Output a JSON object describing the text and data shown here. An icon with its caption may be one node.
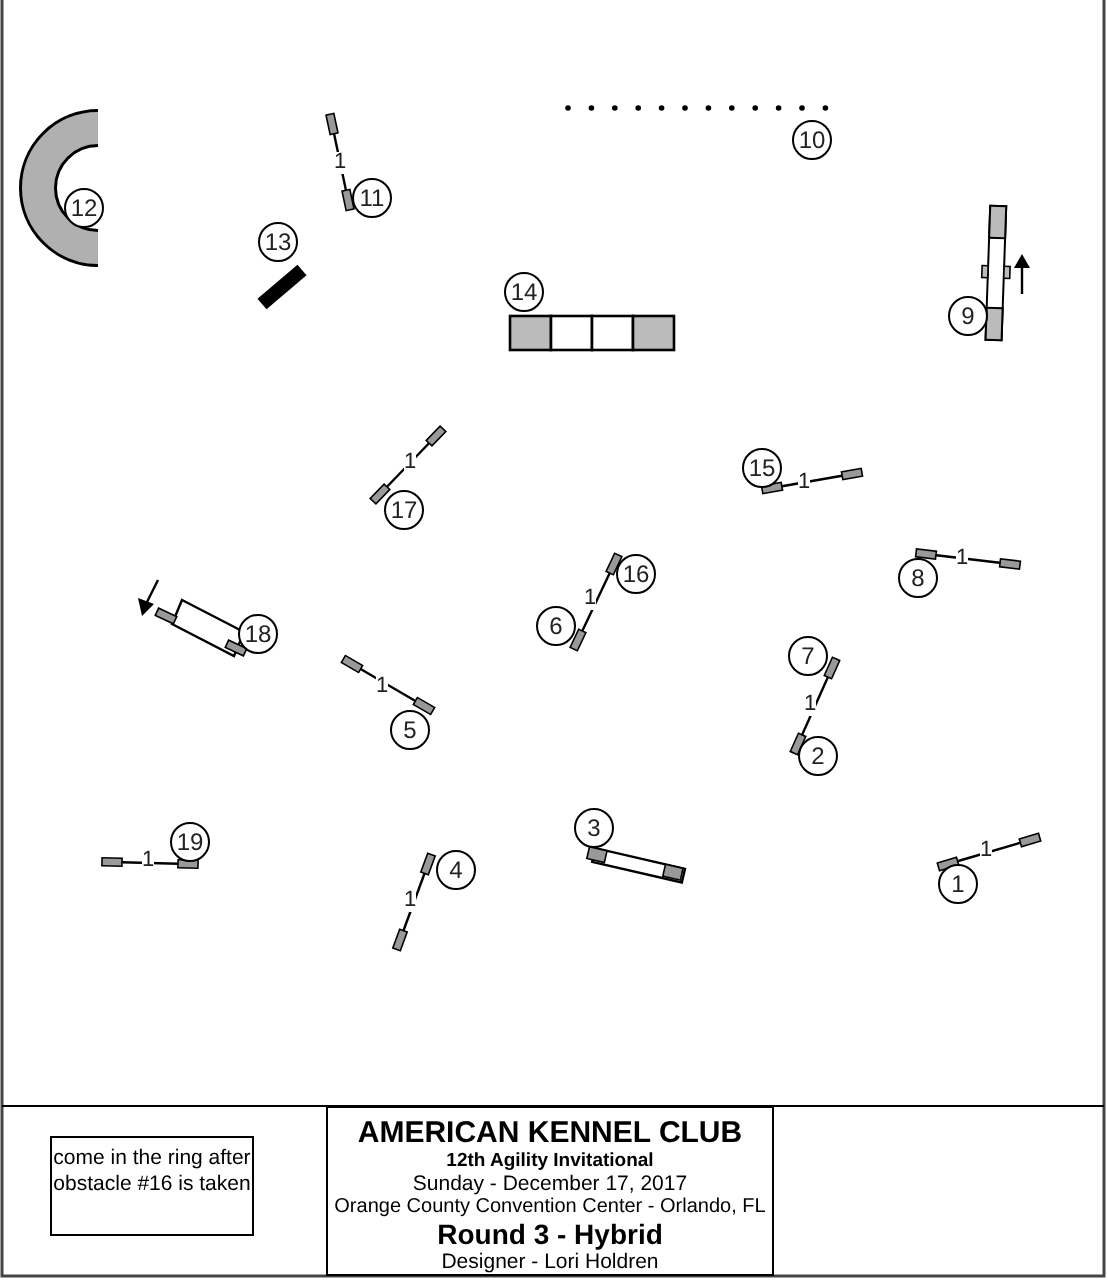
{
  "diagram": {
    "nodes": [
      {
        "text": [
          "10"
        ]
      },
      {
        "text": [
          "11"
        ]
      },
      {
        "text": [
          "12"
        ]
      },
      {
        "text": [
          "13"
        ]
      },
      {
        "text": [
          "14"
        ]
      },
      {
        "text": [
          "9"
        ]
      },
      {
        "text": [
          "15"
        ]
      },
      {
        "text": [
          "17"
        ]
      },
      {
        "text": [
          "16"
        ]
      },
      {
        "text": [
          "8"
        ]
      },
      {
        "text": [
          "6"
        ]
      },
      {
        "text": [
          "18"
        ]
      },
      {
        "text": [
          "7"
        ]
      },
      {
        "text": [
          "5"
        ]
      },
      {
        "text": [
          "2"
        ]
      },
      {
        "text": [
          "3"
        ]
      },
      {
        "text": [
          "19"
        ]
      },
      {
        "text": [
          "4"
        ]
      },
      {
        "text": [
          "1"
        ]
      },
      {
        "text": [
          "come in the ring after obstacle #16 is taken"
        ]
      },
      {
        "text": [
          "AMERICAN KENNEL CLUB",
          "12th Agility Invitational",
          "Sunday - December 17, 2017",
          "Orange County Convention Center - Orlando, FL",
          "Round 3 - Hybrid",
          "Designer - Lori Holdren"
        ]
      }
    ],
    "edges": [],
    "labels": [
      "1",
      "1",
      "1",
      "1",
      "1",
      "1",
      "1",
      "1",
      "1",
      "1"
    ]
  }
}
